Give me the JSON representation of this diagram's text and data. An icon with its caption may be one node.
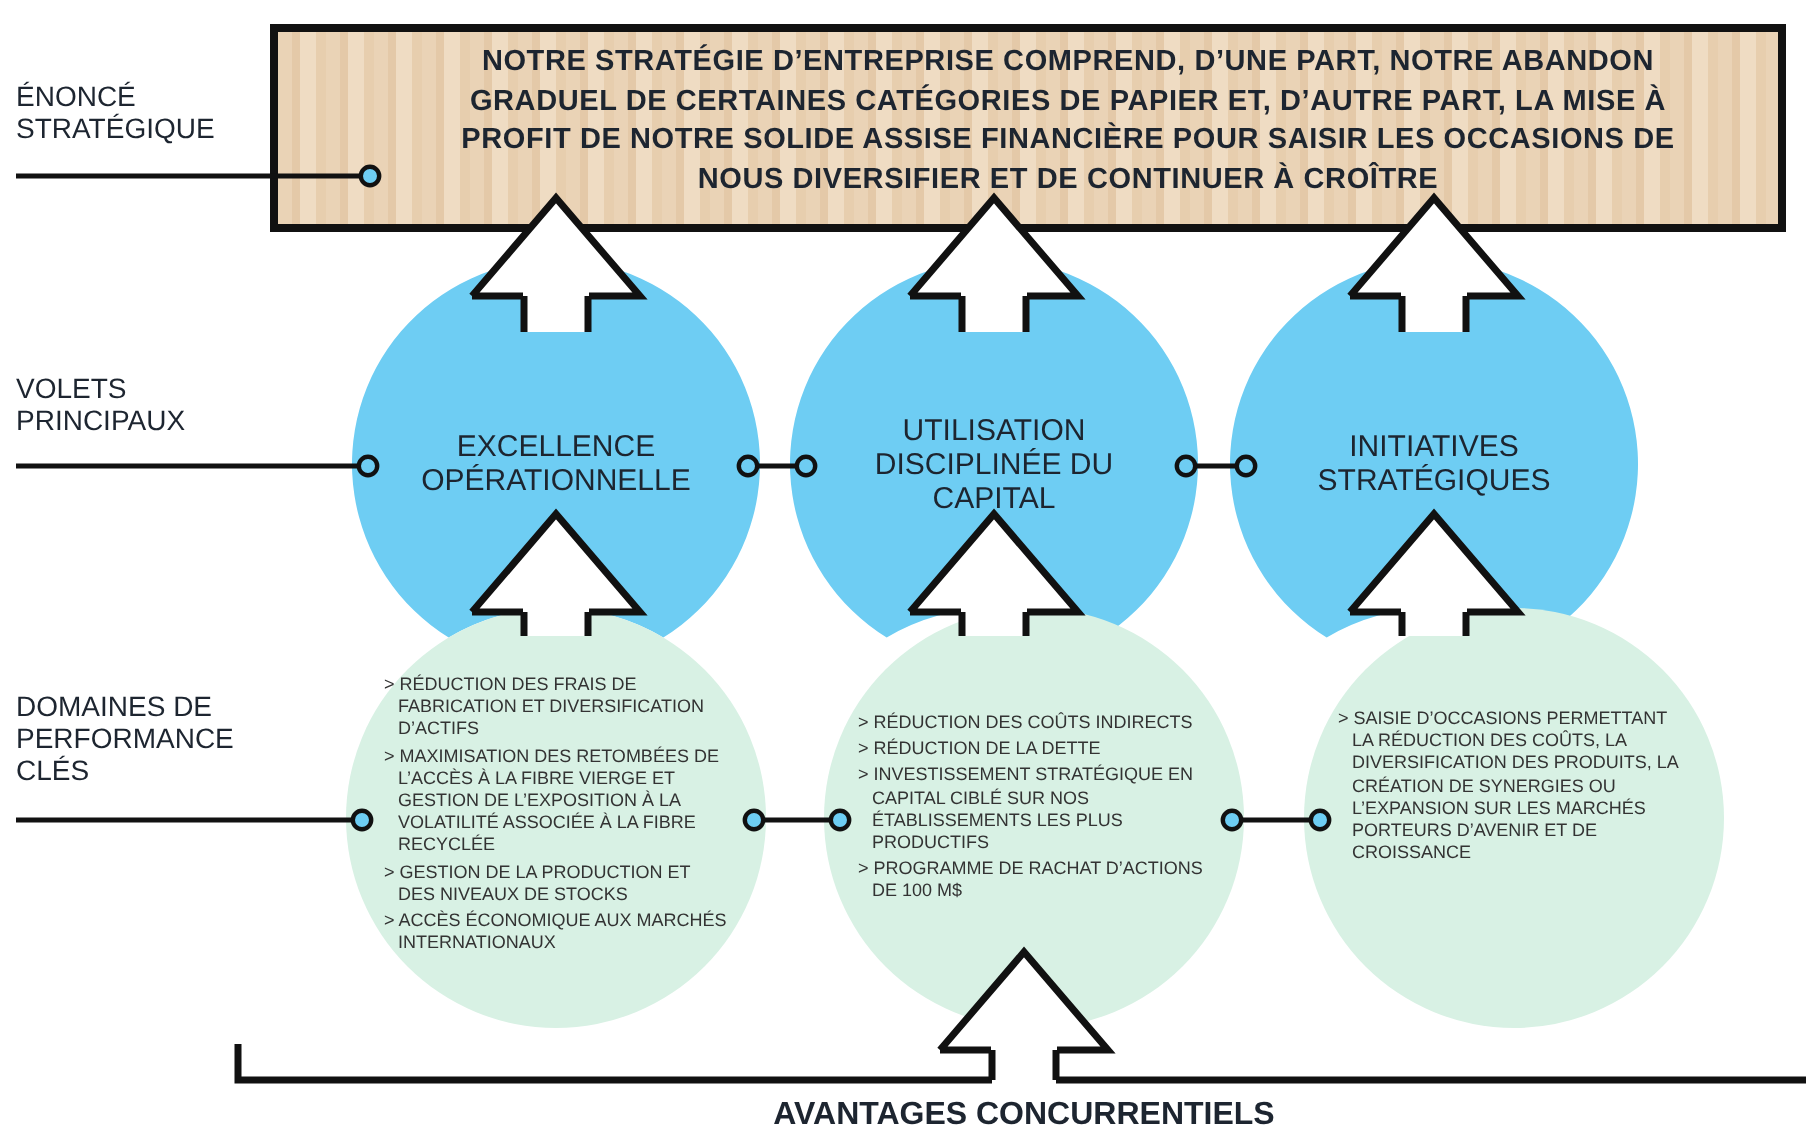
{
  "diagram": {
    "nodes": [
      {
        "text": [
          "ÉNONCÉ STRATÉGIQUE"
        ]
      },
      {
        "text": [
          "NOTRE STRATÉGIE D’ENTREPRISE COMPREND, D’UNE PART, NOTRE ABANDON GRADUEL DE CERTAINES CATÉGORIES DE PAPIER ET, D’AUTRE PART, LA MISE À PROFIT DE NOTRE SOLIDE ASSISE FINANCIÈRE POUR SAISIR LES OCCASIONS DE NOUS DIVERSIFIER ET DE CONTINUER À CROÎTRE"
        ]
      },
      {
        "text": [
          "VOLETS PRINCIPAUX"
        ]
      },
      {
        "text": [
          "EXCELLENCE OPÉRATIONNELLE"
        ]
      },
      {
        "text": [
          "UTILISATION DISCIPLINÉE DU CAPITAL"
        ]
      },
      {
        "text": [
          "INITIATIVES STRATÉGIQUES"
        ]
      },
      {
        "text": [
          "DOMAINES DE PERFORMANCE CLÉS"
        ]
      },
      {
        "text": [
          "> RÉDUCTION DES FRAIS DE FABRICATION ET DIVERSIFICATION D’ACTIFS",
          "> MAXIMISATION DES RETOMBÉES DE L’ACCÈS À LA FIBRE VIERGE ET GESTION DE L’EXPOSITION À LA VOLATILITÉ ASSOCIÉE À LA FIBRE RECYCLÉE",
          "> GESTION DE LA PRODUCTION ET DES NIVEAUX DE STOCKS",
          "> ACCÈS ÉCONOMIQUE AUX MARCHÉS INTERNATIONAUX"
        ]
      },
      {
        "text": [
          "> RÉDUCTION DES COÛTS INDIRECTS",
          "> RÉDUCTION DE LA DETTE",
          "> INVESTISSEMENT STRATÉGIQUE EN CAPITAL CIBLÉ SUR NOS ÉTABLISSEMENTS LES PLUS PRODUCTIFS",
          "> PROGRAMME DE RACHAT D’ACTIONS DE 100 M$"
        ]
      },
      {
        "text": [
          "> SAISIE D’OCCASIONS PERMETTANT LA RÉDUCTION DES COÛTS, LA DIVERSIFICATION DES PRODUITS, LA CRÉATION DE SYNERGIES OU L’EXPANSION SUR LES MARCHÉS PORTEURS D’AVENIR ET DE CROISSANCE"
        ]
      },
      {
        "text": [
          "AVANTAGES CONCURRENTIELS"
        ]
      }
    ],
    "edges": [
      {
        "from": 0,
        "to": 1,
        "arrow": "other"
      },
      {
        "from": 2,
        "to": 3,
        "arrow": "other"
      },
      {
        "from": 3,
        "to": 4,
        "arrow": "other"
      },
      {
        "from": 4,
        "to": 5,
        "arrow": "other"
      },
      {
        "from": 6,
        "to": 7,
        "arrow": "other"
      },
      {
        "from": 7,
        "to": 8,
        "arrow": "other"
      },
      {
        "from": 8,
        "to": 9,
        "arrow": "other"
      },
      {
        "from": 3,
        "to": 1,
        "arrow": "to",
        "style": "thick",
        "color": "#ffffff"
      },
      {
        "from": 4,
        "to": 1,
        "arrow": "to",
        "style": "thick",
        "color": "#ffffff"
      },
      {
        "from": 5,
        "to": 1,
        "arrow": "to",
        "style": "thick",
        "color": "#ffffff"
      },
      {
        "from": 7,
        "to": 3,
        "arrow": "to",
        "style": "thick",
        "color": "#ffffff"
      },
      {
        "from": 8,
        "to": 4,
        "arrow": "to",
        "style": "thick",
        "color": "#ffffff"
      },
      {
        "from": 9,
        "to": 5,
        "arrow": "to",
        "style": "thick",
        "color": "#ffffff"
      },
      {
        "from": 10,
        "to": 8,
        "arrow": "to",
        "style": "thick",
        "color": "#ffffff"
      }
    ]
  }
}
